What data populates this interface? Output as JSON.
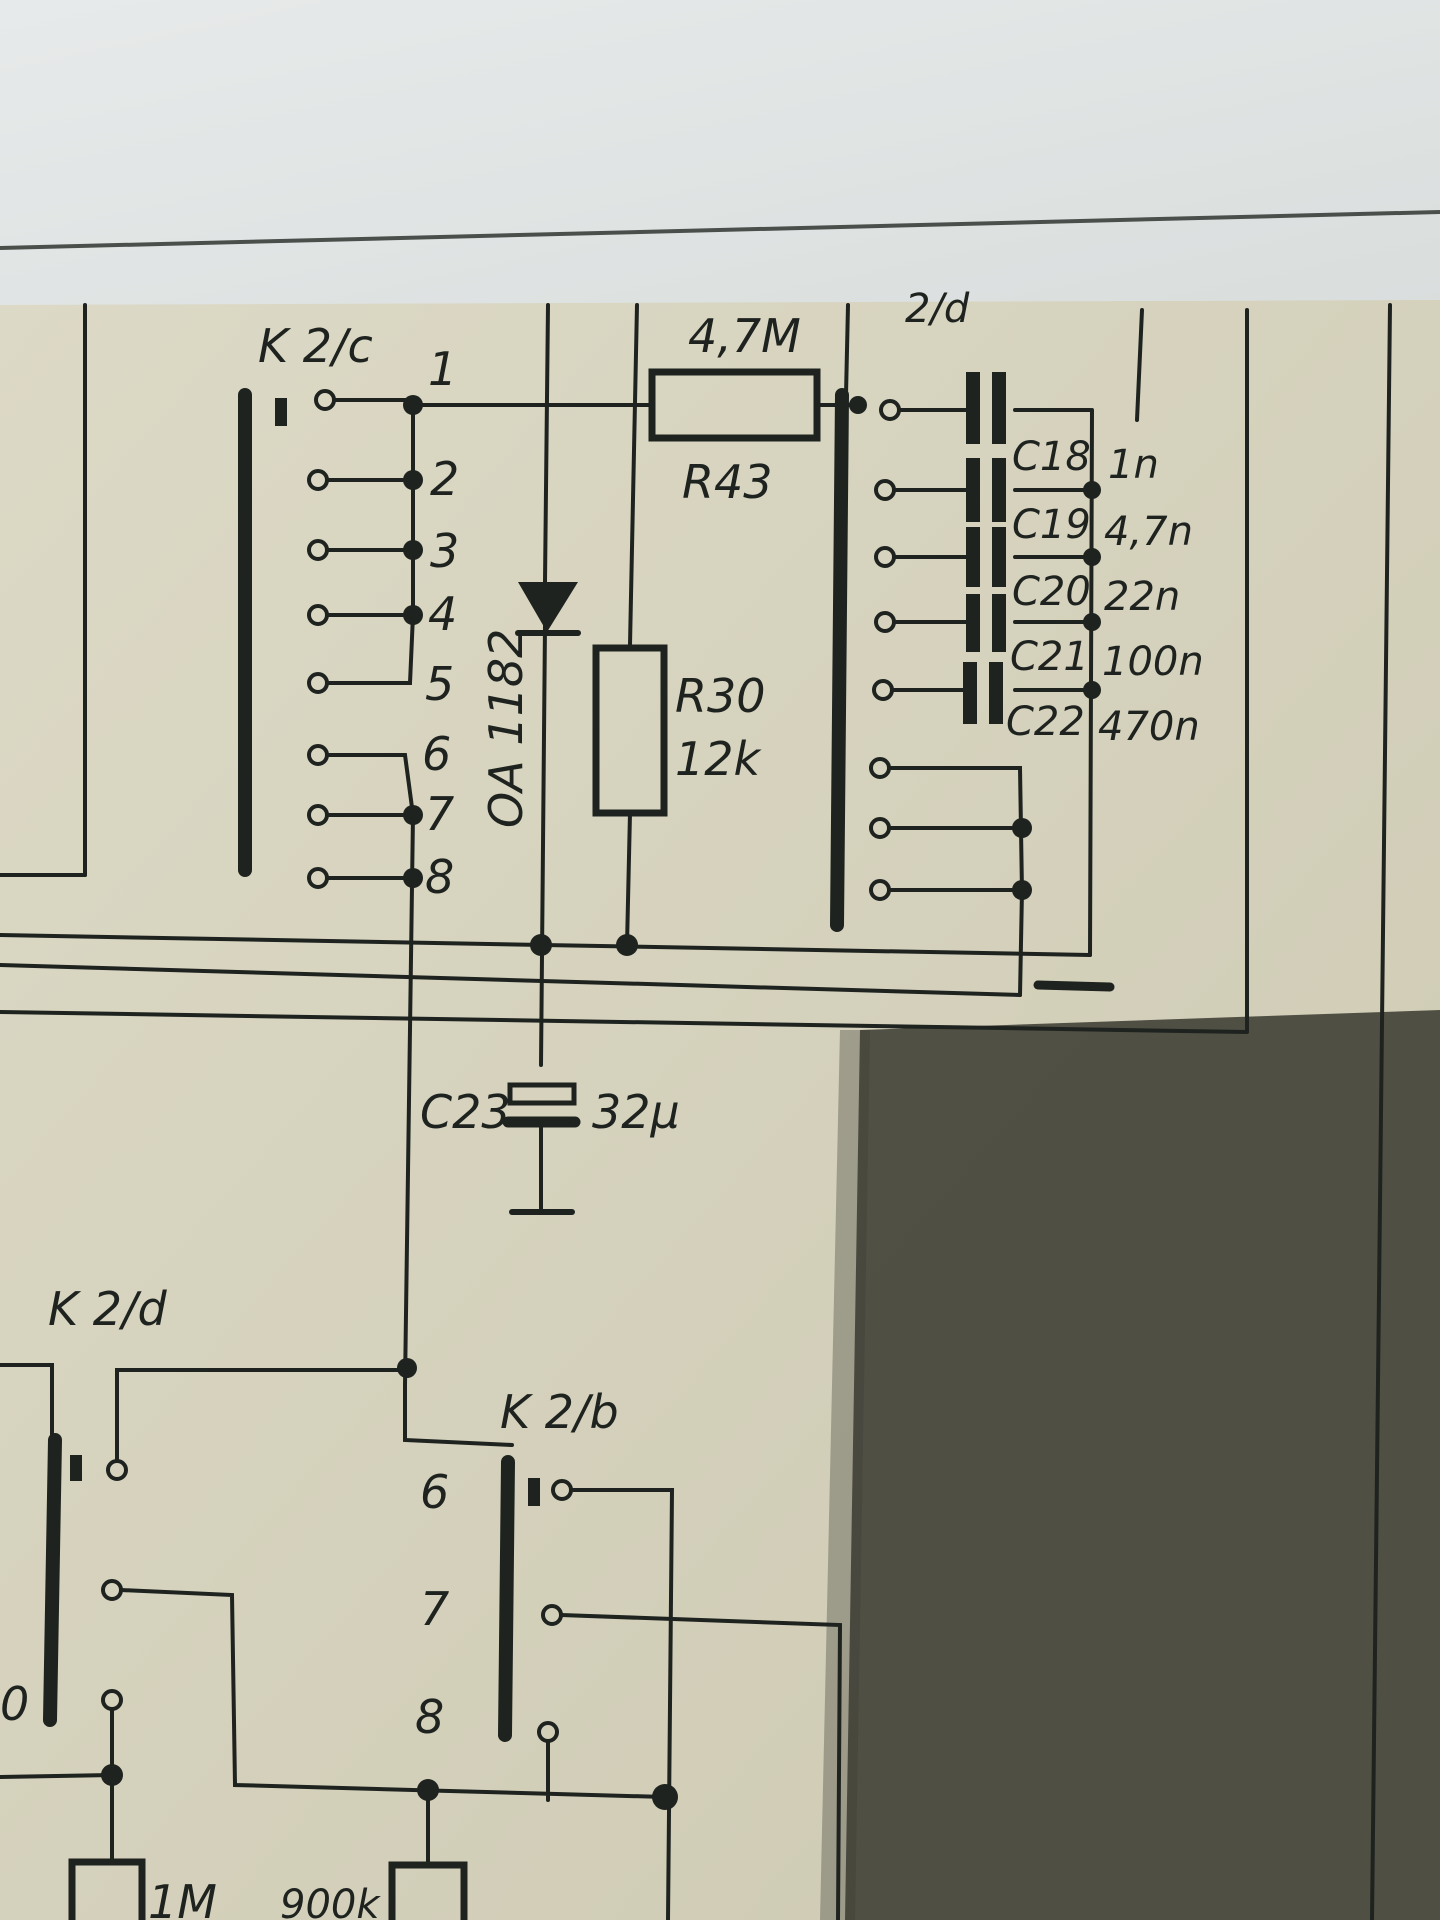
{
  "schematic": {
    "header_partial": "2/d",
    "switch_c": {
      "name": "K 2/c",
      "positions": [
        "1",
        "2",
        "3",
        "4",
        "5",
        "6",
        "7",
        "8"
      ]
    },
    "switch_d": {
      "name": "K 2/d",
      "partial_label": "0"
    },
    "switch_b": {
      "name": "K 2/b",
      "positions": [
        "6",
        "7",
        "8"
      ]
    },
    "diode": {
      "name": "OA 1182"
    },
    "resistors": {
      "r43": {
        "value": "4,7M",
        "name": "R43"
      },
      "r30": {
        "name": "R30",
        "value": "12k"
      },
      "bottom_left": {
        "value": "1M"
      },
      "bottom_mid": {
        "value": "900k"
      }
    },
    "capacitors": [
      {
        "name": "C18",
        "value": "1n"
      },
      {
        "name": "C19",
        "value": "4,7n"
      },
      {
        "name": "C20",
        "value": "22n"
      },
      {
        "name": "C21",
        "value": "100n"
      },
      {
        "name": "C22",
        "value": "470n"
      }
    ],
    "c23": {
      "name": "C23",
      "value": "32μ"
    }
  },
  "colors": {
    "paper_top": "#e3e7e4",
    "paper_schematic": "#d6d2bd",
    "shadow": "#3e3e33",
    "ink": "#1e231f"
  }
}
